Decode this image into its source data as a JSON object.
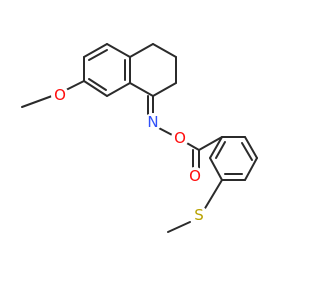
{
  "diagram": {
    "type": "chemical-structure",
    "colors": {
      "bond": "#2b2b2b",
      "carbon": "#2b2b2b",
      "oxygen": "#ff0d0d",
      "nitrogen": "#3050f8",
      "sulfur": "#b8a200"
    },
    "labels": {
      "methoxy_oxygen": "O",
      "oxime_nitrogen": "N",
      "oxime_oxygen": "O",
      "carbonyl_oxygen": "O",
      "thioether_sulfur": "S"
    }
  }
}
